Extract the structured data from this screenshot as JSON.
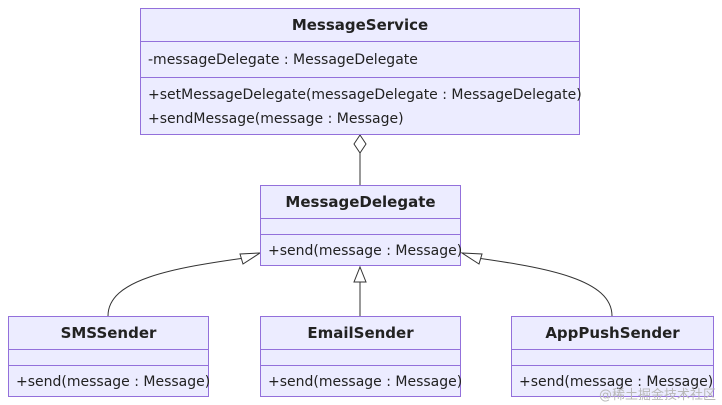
{
  "classes": {
    "message_service": {
      "name": "MessageService",
      "attributes": [
        "-messageDelegate : MessageDelegate"
      ],
      "methods": [
        "+setMessageDelegate(messageDelegate : MessageDelegate)",
        "+sendMessage(message : Message)"
      ]
    },
    "message_delegate": {
      "name": "MessageDelegate",
      "methods": [
        "+send(message : Message)"
      ]
    },
    "sms_sender": {
      "name": "SMSSender",
      "methods": [
        "+send(message : Message)"
      ]
    },
    "email_sender": {
      "name": "EmailSender",
      "methods": [
        "+send(message : Message)"
      ]
    },
    "app_push_sender": {
      "name": "AppPushSender",
      "methods": [
        "+send(message : Message)"
      ]
    }
  },
  "relations": [
    {
      "type": "aggregation",
      "from": "MessageService",
      "to": "MessageDelegate"
    },
    {
      "type": "inheritance",
      "from": "SMSSender",
      "to": "MessageDelegate"
    },
    {
      "type": "inheritance",
      "from": "EmailSender",
      "to": "MessageDelegate"
    },
    {
      "type": "inheritance",
      "from": "AppPushSender",
      "to": "MessageDelegate"
    }
  ],
  "watermark": "@稀土掘金技术社区",
  "colors": {
    "fill": "#ececff",
    "border": "#9370db",
    "edge": "#333333"
  }
}
